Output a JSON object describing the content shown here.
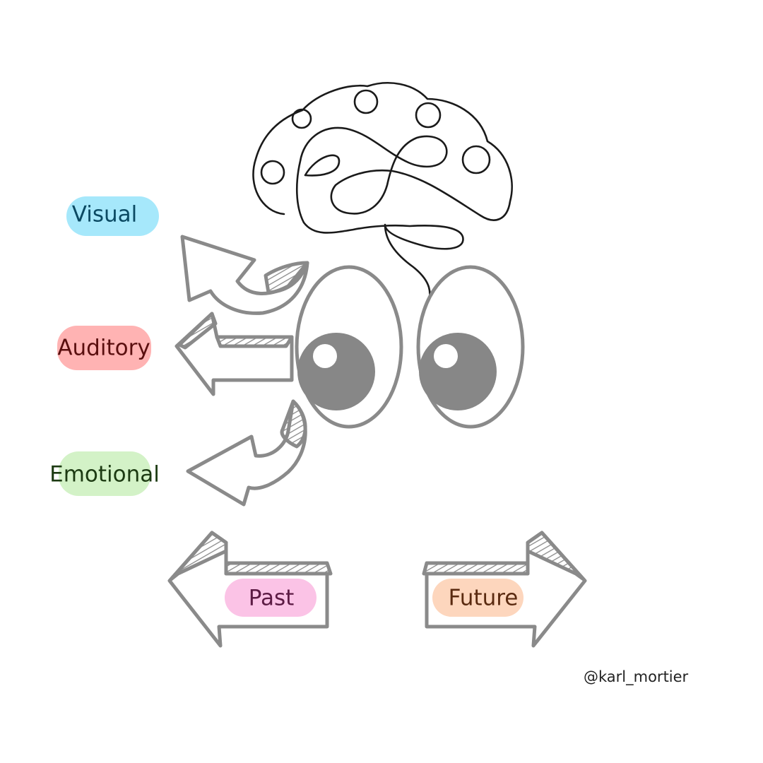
{
  "labels": {
    "visual": "Visual",
    "auditory": "Auditory",
    "emotional": "Emotional",
    "past": "Past",
    "future": "Future"
  },
  "handle": "@karl_mortier",
  "colors": {
    "visual_pill": "#a6e8fb",
    "visual_text": "#0b4a63",
    "auditory_pill": "#ffb3b3",
    "auditory_text": "#5a0f0f",
    "emotional_pill": "#d3f2c7",
    "emotional_text": "#1c3a12",
    "past_pill": "#fbc3e6",
    "past_text": "#5c1b44",
    "future_pill": "#fdd6bd",
    "future_text": "#5a2a10",
    "arrow_stroke": "#8a8a8a",
    "eye_pupil": "#878787",
    "brain_stroke": "#1a1a1a"
  },
  "icons": [
    "brain-icon",
    "eyes-icon",
    "curved-arrow-up-icon",
    "arrow-left-icon",
    "curved-arrow-down-icon",
    "arrow-left-icon",
    "arrow-right-icon"
  ]
}
